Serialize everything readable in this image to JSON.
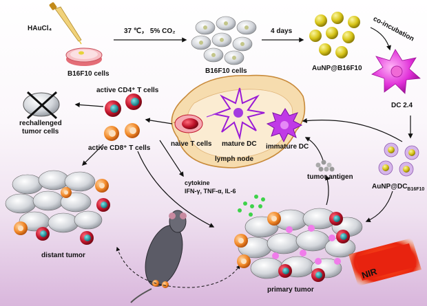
{
  "labels": {
    "haucl4": "HAuCl₄",
    "culture_condition": "37 ℃， 5% CO₂",
    "b16f10_cells_dish": "B16F10 cells",
    "b16f10_cells": "B16F10 cells",
    "four_days": "4 days",
    "aunp_b16f10": "AuNP@B16F10",
    "co_incubation": "co-incubation",
    "dc24": "DC 2.4",
    "aunp_dc": "AuNP@DC",
    "aunp_dc_sub": "B16F10",
    "active_cd4": "active CD4⁺ T cells",
    "active_cd8": "active CD8⁺ T cells",
    "rechallenged_1": "rechallenged",
    "rechallenged_2": "tumor cells",
    "naive_t_cells": "naive T cells",
    "mature_dc": "mature DC",
    "immature_dc": "immature DC",
    "lymph_node": "lymph node",
    "tumor_antigen": "tumor antigen",
    "cytokine": "cytokine",
    "cytokine_list": "IFN-γ, TNF-α, IL-6",
    "distant_tumor": "distant tumor",
    "primary_tumor": "primary tumor",
    "nir": "NIR"
  },
  "colors": {
    "tumor_cell": "#c9cdd3",
    "gold_np": "#e0d21f",
    "dc_magenta": "#e02fd8",
    "cd4_red": "#c0142b",
    "cd8_orange": "#f28a2a",
    "lymph_node": "#f6dcae",
    "nir_red": "#e8230f"
  }
}
